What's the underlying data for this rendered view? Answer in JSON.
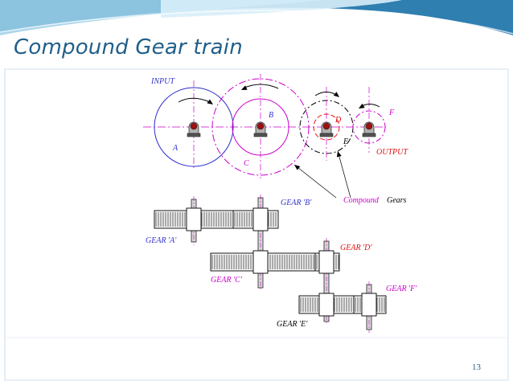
{
  "slide": {
    "title": "Compound  Gear train",
    "page_number": "13"
  },
  "diagram": {
    "labels": {
      "input": "INPUT",
      "output": "OUTPUT",
      "gear_a": "A",
      "gear_b": "B",
      "gear_c": "C",
      "gear_d": "D",
      "gear_e": "E",
      "gear_f": "F",
      "compound_word": "Compound",
      "gears_word": "Gears",
      "gear_a_side": "GEAR 'A'",
      "gear_b_side": "GEAR 'B'",
      "gear_c_side": "GEAR 'C'",
      "gear_d_side": "GEAR 'D'",
      "gear_e_side": "GEAR 'E'",
      "gear_f_side": "GEAR 'F'"
    }
  },
  "colors": {
    "title": "#1f5f8a",
    "banner_dark": "#2f7fb0",
    "banner_light": "#9ccfe8",
    "gear_a": "#2a2ad0",
    "gear_b": "#cc00cc",
    "gear_c": "#cc00cc",
    "gear_d": "#ee1111",
    "gear_e": "#000000",
    "gear_f": "#cc00cc",
    "label_blue": "#3333cc",
    "label_magenta": "#cc00cc",
    "label_red": "#dd1111"
  }
}
